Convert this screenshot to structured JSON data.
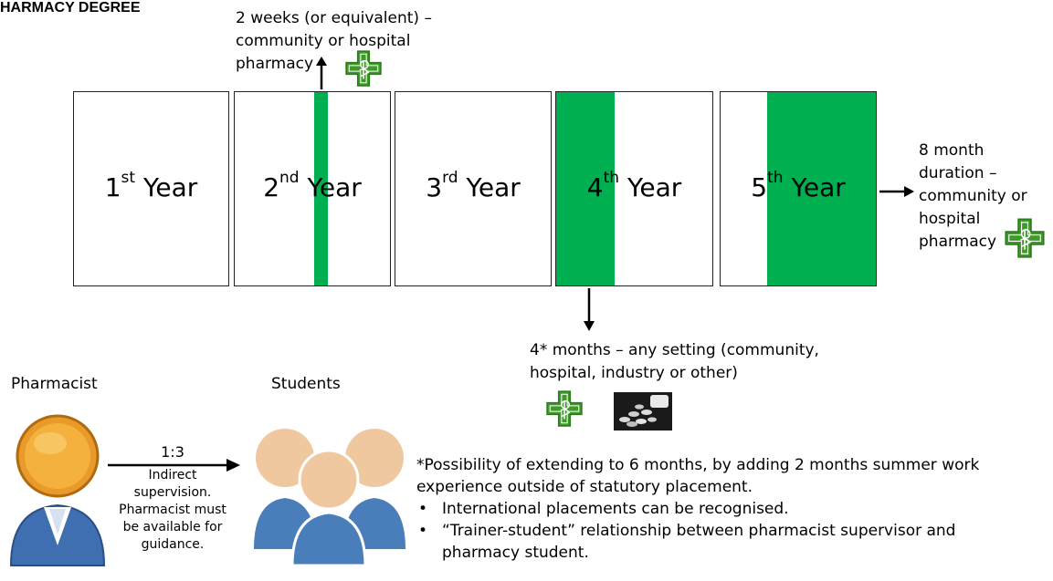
{
  "title": "HARMACY DEGREE",
  "top_note": "2 weeks (or equivalent) – community or hospital pharmacy",
  "years": [
    {
      "num": "1",
      "sup": "st",
      "word": "Year"
    },
    {
      "num": "2",
      "sup": "nd",
      "word": "Year"
    },
    {
      "num": "3",
      "sup": "rd",
      "word": "Year"
    },
    {
      "num": "4",
      "sup": "th",
      "word": "Year"
    },
    {
      "num": "5",
      "sup": "th",
      "word": "Year"
    }
  ],
  "fifth_year_note": "8 month duration – community or hospital pharmacy",
  "fourth_year_note": "4* months – any setting (community, hospital, industry or other)",
  "roles": {
    "pharmacist": "Pharmacist",
    "students": "Students"
  },
  "ratio": {
    "value": "1:3",
    "text": "Indirect supervision. Pharmacist must be available for guidance."
  },
  "footnote": {
    "main": "*Possibility of extending to 6 months, by adding 2 months summer work experience outside of statutory placement.",
    "bullets": [
      "International placements can be recognised.",
      "“Trainer-student” relationship between pharmacist supervisor and pharmacy student."
    ]
  },
  "colors": {
    "placement_green": "#00b050",
    "cross_green": "#3f9a2a",
    "person_blue": "#3f6fb0",
    "person_orange": "#e89b2a",
    "students_tan": "#f0c8a0",
    "students_blue": "#4a7ebb"
  },
  "icons": [
    "pharmacy-cross-icon",
    "pills-photo-icon",
    "pharmacist-person-icon",
    "students-group-icon"
  ]
}
